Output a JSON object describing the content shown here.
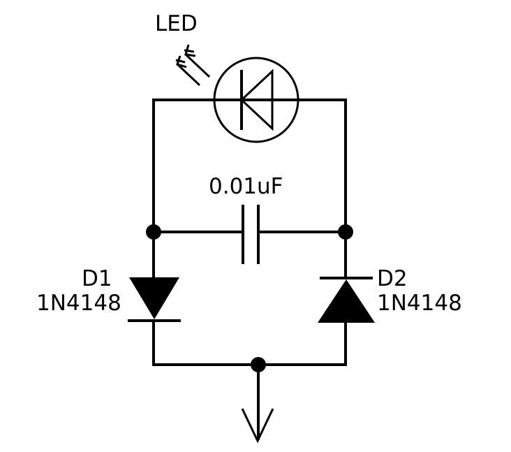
{
  "diagram": {
    "led": {
      "label": "LED"
    },
    "capacitor": {
      "value": "0.01uF"
    },
    "d1": {
      "ref": "D1",
      "part": "1N4148"
    },
    "d2": {
      "ref": "D2",
      "part": "1N4148"
    }
  }
}
